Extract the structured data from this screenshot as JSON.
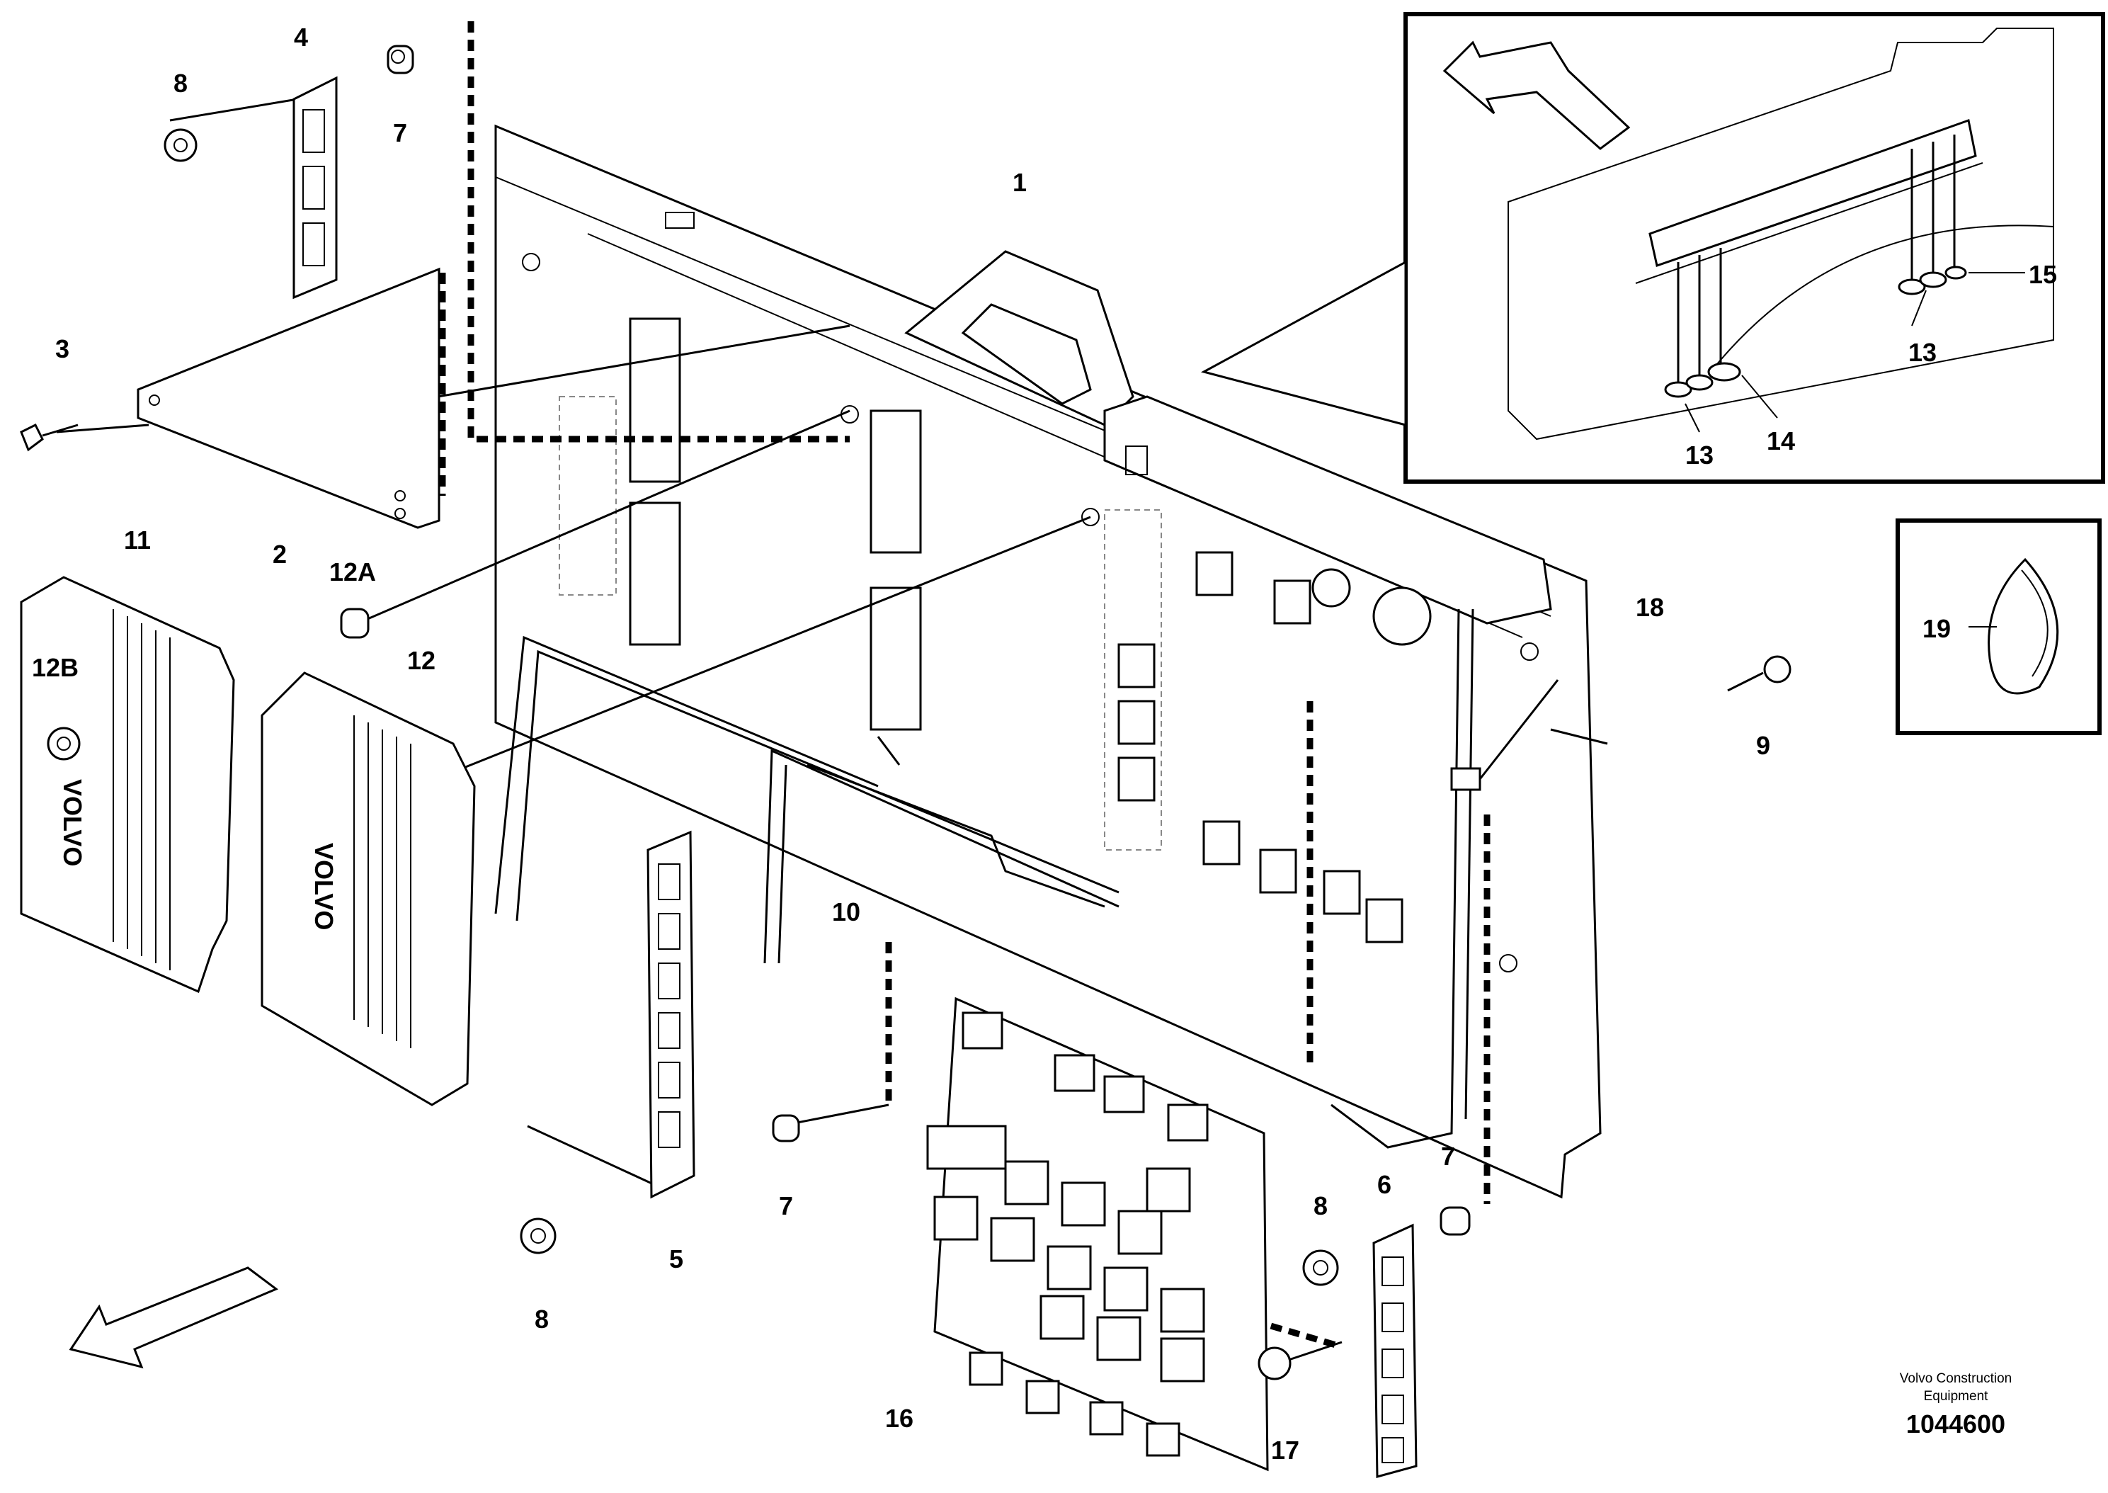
{
  "labels": {
    "l1": "1",
    "l2": "2",
    "l3": "3",
    "l4": "4",
    "l5": "5",
    "l6": "6",
    "l7a": "7",
    "l7b": "7",
    "l7c": "7",
    "l8a": "8",
    "l8b": "8",
    "l8c": "8",
    "l9": "9",
    "l10": "10",
    "l11": "11",
    "l12": "12",
    "l12a": "12A",
    "l12b": "12B",
    "l13a": "13",
    "l13b": "13",
    "l14": "14",
    "l15": "15",
    "l16": "16",
    "l17": "17",
    "l18": "18",
    "l19": "19"
  },
  "credit": {
    "line1": "Volvo Construction",
    "line2": "Equipment",
    "number": "1044600"
  },
  "brand": {
    "ecu_logo": "VOLVO"
  }
}
